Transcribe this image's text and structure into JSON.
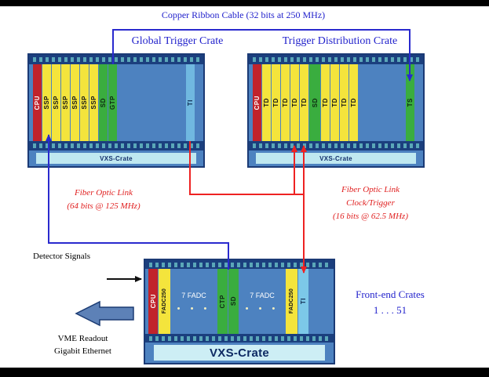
{
  "colors": {
    "crate_blue": "#4d82c0",
    "crate_border": "#1b3a75",
    "slot_yellow": "#f4e43c",
    "slot_green": "#3aad3f",
    "slot_red": "#c1232b",
    "slot_cyan": "#7cc8e8",
    "vxs_bar": "#bfe8f0",
    "line_blue": "#2a2ace",
    "line_red": "#ee2222",
    "title_blue": "#2222cc",
    "label_red": "#e02020"
  },
  "top_labels": {
    "copper_ribbon": "Copper Ribbon Cable (32 bits at 250 MHz)"
  },
  "global_crate": {
    "title": "Global Trigger Crate",
    "vxs_label": "VXS-Crate",
    "slots": [
      {
        "label": "CPU"
      },
      {
        "label": "SSP"
      },
      {
        "label": "SSP"
      },
      {
        "label": "SSP"
      },
      {
        "label": "SSP"
      },
      {
        "label": "SSP"
      },
      {
        "label": "SSP"
      },
      {
        "label": "SD"
      },
      {
        "label": "GTP"
      },
      {
        "label": "TI"
      }
    ]
  },
  "dist_crate": {
    "title": "Trigger Distribution Crate",
    "vxs_label": "VXS-Crate",
    "slots": [
      {
        "label": "CPU"
      },
      {
        "label": "TD"
      },
      {
        "label": "TD"
      },
      {
        "label": "TD"
      },
      {
        "label": "TD"
      },
      {
        "label": "TD"
      },
      {
        "label": "SD"
      },
      {
        "label": "TD"
      },
      {
        "label": "TD"
      },
      {
        "label": "TD"
      },
      {
        "label": "TD"
      },
      {
        "label": "TS"
      }
    ]
  },
  "frontend_crate": {
    "vxs_label": "VXS-Crate",
    "slots": [
      {
        "label": "CPU"
      },
      {
        "label": "FADC250"
      },
      {
        "label": "CTP"
      },
      {
        "label": "SD"
      },
      {
        "label": "FADC250"
      },
      {
        "label": "TI"
      }
    ],
    "banks": [
      {
        "label": "7 FADC",
        "dots": "• • •"
      },
      {
        "label": "7 FADC",
        "dots": "• • •"
      }
    ]
  },
  "annotations": {
    "fiber_left_1": "Fiber Optic Link",
    "fiber_left_2": "(64 bits @ 125 MHz)",
    "fiber_right_1": "Fiber Optic Link",
    "fiber_right_2": "Clock/Trigger",
    "fiber_right_3": "(16 bits @ 62.5 MHz)",
    "detector_signals": "Detector Signals",
    "vme_1": "VME Readout",
    "vme_2": "Gigabit Ethernet",
    "frontend_title": "Front-end Crates",
    "frontend_range": "1 . . . 51"
  }
}
